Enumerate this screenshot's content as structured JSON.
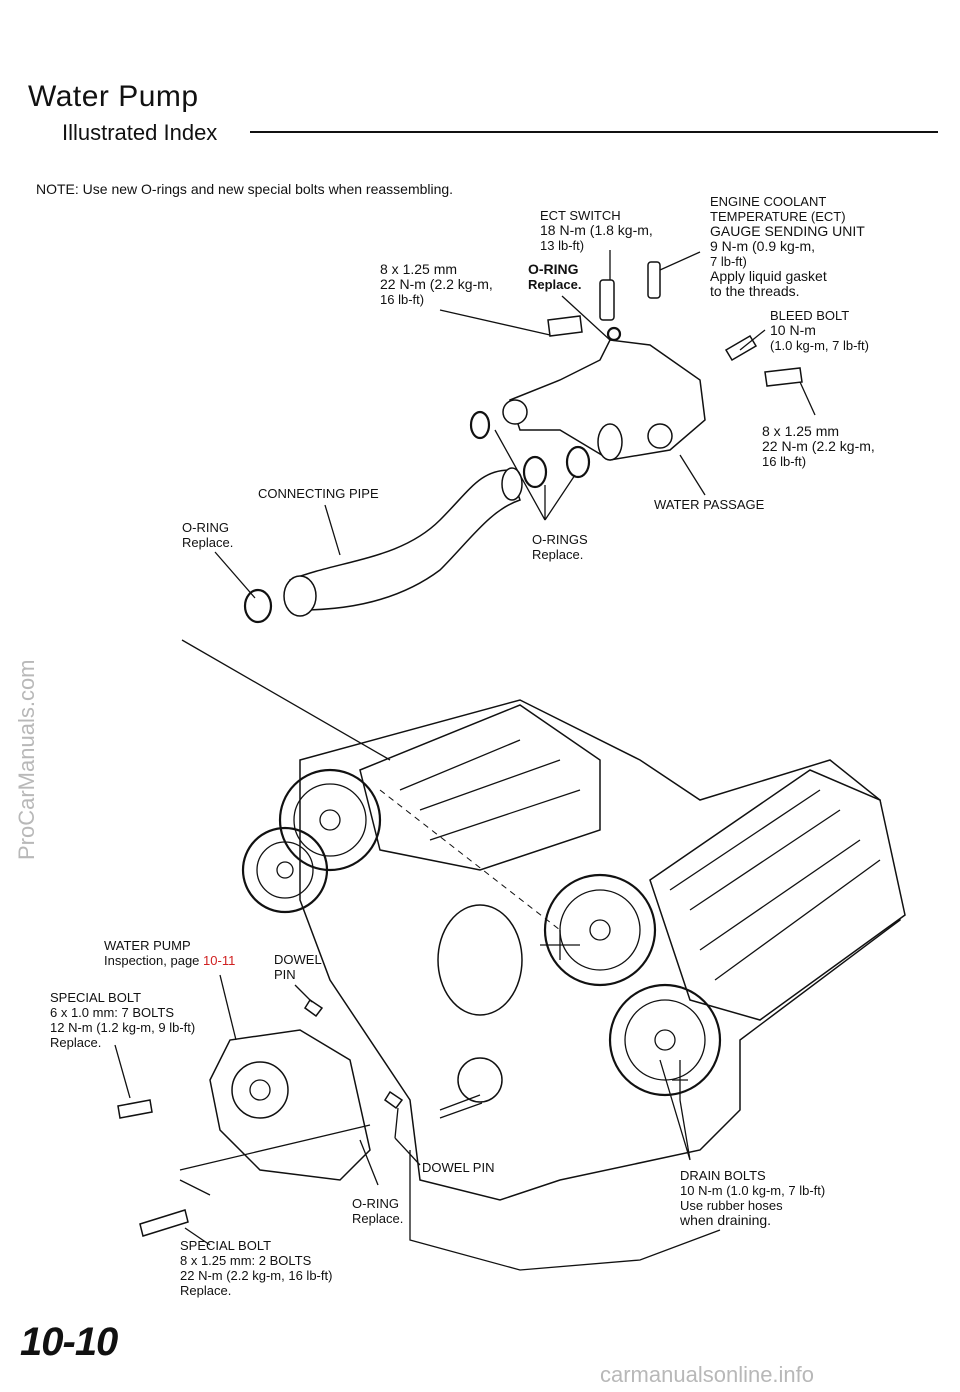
{
  "header": {
    "title": "Water Pump",
    "subtitle": "Illustrated Index"
  },
  "note": "NOTE: Use new O-rings and new special bolts when reassembling.",
  "callouts": {
    "ect_switch": [
      "ECT SWITCH",
      "18 N-m (1.8 kg-m,",
      "13 lb-ft)"
    ],
    "ect_gauge": [
      "ENGINE COOLANT",
      "TEMPERATURE (ECT)",
      "GAUGE SENDING UNIT",
      "9 N-m (0.9 kg-m,",
      "7 lb-ft)",
      "Apply liquid gasket",
      "to the threads."
    ],
    "bolt_top": [
      "8 x 1.25 mm",
      "22 N-m (2.2 kg-m,",
      "16 lb-ft)"
    ],
    "oring_top": [
      "O-RING",
      "Replace."
    ],
    "bleed_bolt": [
      "BLEED BOLT",
      "10 N-m",
      "(1.0 kg-m, 7 lb-ft)"
    ],
    "bolt_right": [
      "8 x 1.25 mm",
      "22 N-m (2.2 kg-m,",
      "16 lb-ft)"
    ],
    "water_passage": "WATER PASSAGE",
    "connecting_pipe": "CONNECTING PIPE",
    "oring_pipe": [
      "O-RING",
      "Replace."
    ],
    "orings_mid": [
      "O-RINGS",
      "Replace."
    ],
    "water_pump": {
      "label": "WATER PUMP",
      "inspection_text": "Inspection, page",
      "inspection_link": "10-11"
    },
    "dowel_pin_top": [
      "DOWEL",
      "PIN"
    ],
    "special_bolt_6": [
      "SPECIAL BOLT",
      "6 x 1.0 mm: 7 BOLTS",
      "12 N-m (1.2 kg-m, 9 lb-ft)",
      "Replace."
    ],
    "dowel_pin_bottom": "DOWEL PIN",
    "drain_bolts": [
      "DRAIN BOLTS",
      "10 N-m (1.0 kg-m, 7 lb-ft)",
      "Use rubber hoses",
      "when draining."
    ],
    "oring_bottom": [
      "O-RING",
      "Replace."
    ],
    "special_bolt_8": [
      "SPECIAL BOLT",
      "8 x 1.25 mm: 2 BOLTS",
      "22 N-m (2.2 kg-m, 16 lb-ft)",
      "Replace."
    ]
  },
  "page_number": "10-10",
  "watermarks": {
    "left": "ProCarManuals.com",
    "bottom": "carmanualsonline.info"
  },
  "colors": {
    "ink": "#111111",
    "link": "#d02020",
    "watermark": "#b8b8b8"
  }
}
